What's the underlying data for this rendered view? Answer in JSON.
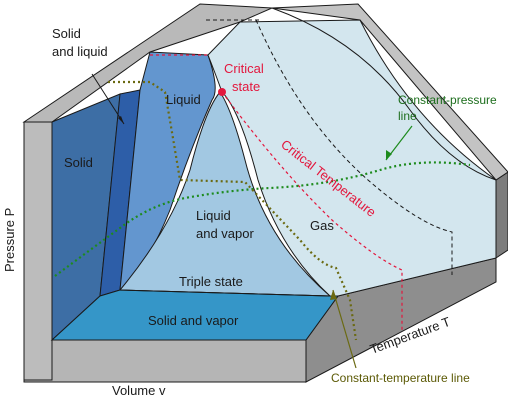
{
  "regions": {
    "solid_and_liquid": [
      "Solid",
      "and liquid"
    ],
    "liquid": "Liquid",
    "solid": "Solid",
    "critical_state": [
      "Critical",
      "state"
    ],
    "liquid_and_vapor": [
      "Liquid",
      "and vapor"
    ],
    "gas": "Gas",
    "triple_state": "Triple state",
    "solid_and_vapor": "Solid and vapor",
    "critical_temperature": "Critical  Temperature"
  },
  "callouts": {
    "constant_pressure": [
      "Constant-pressure",
      "line"
    ],
    "constant_temperature": "Constant-temperature line"
  },
  "axes": {
    "pressure": "Pressure   P",
    "volume": "Volume   v",
    "temperature": "Temperature   T"
  },
  "colors": {
    "block_gray": "#b9b9b9",
    "block_side": "#8e8e8e",
    "solid": "#3d6ea5",
    "solid_liquid": "#2d5ea8",
    "liquid": "#6396cf",
    "liquid_vapor": "#a2c8e2",
    "gas": "#d3e6ee",
    "solid_vapor": "#3596c8",
    "critical_red": "#e3173d",
    "pressure_line_green": "#1d8b1d",
    "temperature_line_olive": "#6b6a12"
  }
}
